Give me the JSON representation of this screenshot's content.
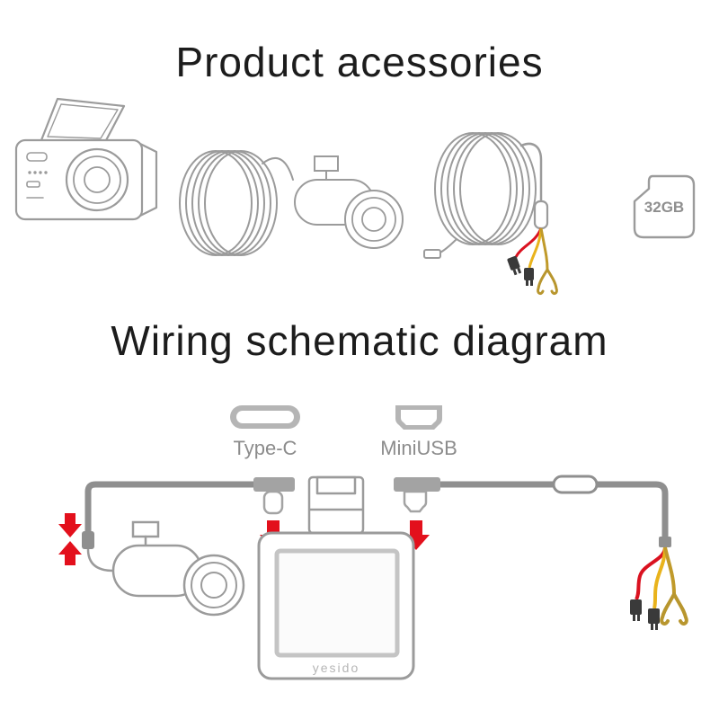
{
  "page": {
    "background": "#ffffff"
  },
  "sections": {
    "accessories": {
      "title": "Product acessories",
      "sd_label": "32GB",
      "items": [
        "front-dash-camera",
        "rear-camera-with-coiled-cable",
        "hardwire-kit-coiled-cable",
        "memory-card"
      ]
    },
    "wiring": {
      "title": "Wiring schematic diagram",
      "connectors": [
        {
          "label": "Type-C"
        },
        {
          "label": "MiniUSB"
        }
      ],
      "brand": "yesido"
    }
  },
  "colors": {
    "line_gray": "#9b9b9b",
    "cable_gray": "#8f8f8f",
    "label_gray": "#8c8c8c",
    "arrow_red": "#e3101c",
    "wire_red": "#da1220",
    "wire_yellow": "#e9b31c",
    "terminal_gold": "#b8962e",
    "title_black": "#1c1c1c"
  }
}
